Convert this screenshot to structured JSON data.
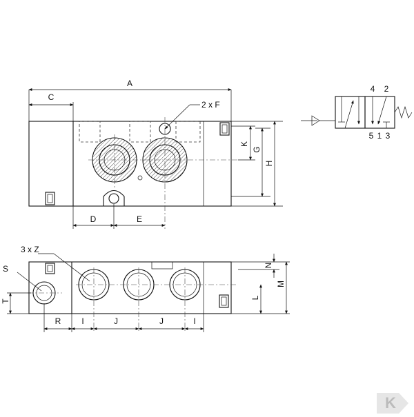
{
  "labels": {
    "A": "A",
    "C": "C",
    "F": "2 x F",
    "K": "K",
    "G": "G",
    "H": "H",
    "D": "D",
    "E": "E",
    "Z": "3 x Z",
    "S": "S",
    "T": "T",
    "R": "R",
    "I_left": "I",
    "J_left": "J",
    "J_right": "J",
    "I_right": "I",
    "N": "N",
    "L": "L",
    "M": "M"
  },
  "symbol": {
    "port4": "4",
    "port2": "2",
    "port5": "5",
    "port1": "1",
    "port3": "3"
  },
  "logo": "K"
}
